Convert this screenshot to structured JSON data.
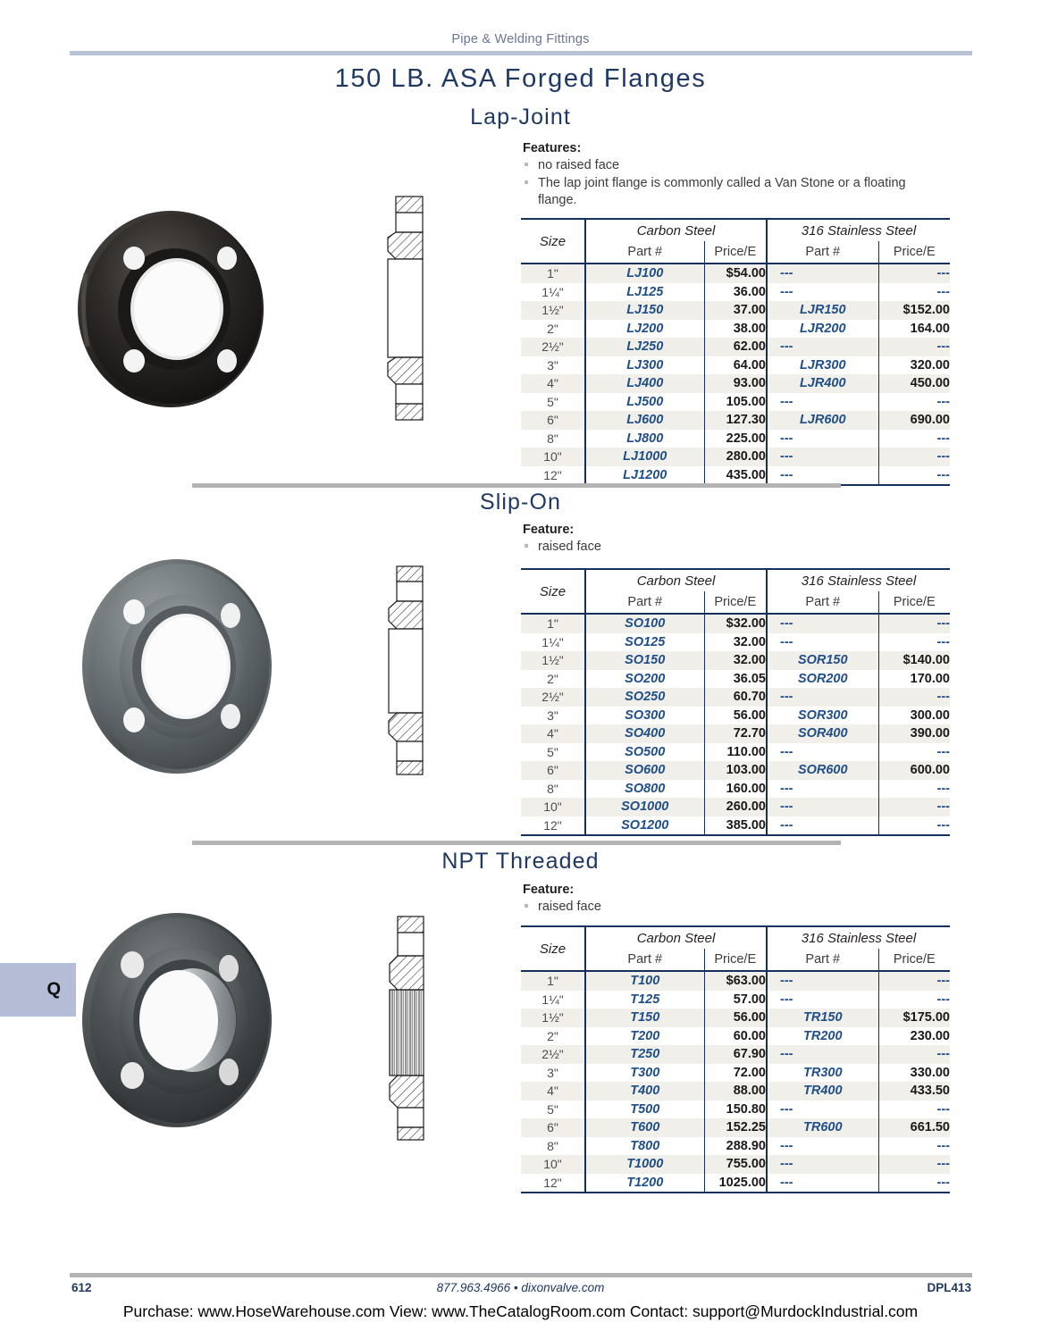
{
  "header": {
    "running_head": "Pipe & Welding Fittings",
    "page_title": "150 LB. ASA Forged Flanges"
  },
  "sections": [
    {
      "heading": "Lap-Joint",
      "features_label": "Features:",
      "features": [
        "no raised face",
        "The lap joint flange is commonly called a Van Stone or a floating flange."
      ],
      "photo_alt": "black-lap-joint-flange-photo",
      "drawing_alt": "lap-joint-flange-cross-section",
      "table": {
        "size_header": "Size",
        "group_headers": [
          "Carbon Steel",
          "316 Stainless Steel"
        ],
        "sub_headers": [
          "Part #",
          "Price/E",
          "Part #",
          "Price/E"
        ],
        "rows": [
          {
            "size": "1\"",
            "cs_part": "LJ100",
            "cs_price": "$54.00",
            "ss_part": "---",
            "ss_price": "---"
          },
          {
            "size": "1¼\"",
            "cs_part": "LJ125",
            "cs_price": "36.00",
            "ss_part": "---",
            "ss_price": "---"
          },
          {
            "size": "1½\"",
            "cs_part": "LJ150",
            "cs_price": "37.00",
            "ss_part": "LJR150",
            "ss_price": "$152.00"
          },
          {
            "size": "2\"",
            "cs_part": "LJ200",
            "cs_price": "38.00",
            "ss_part": "LJR200",
            "ss_price": "164.00"
          },
          {
            "size": "2½\"",
            "cs_part": "LJ250",
            "cs_price": "62.00",
            "ss_part": "---",
            "ss_price": "---"
          },
          {
            "size": "3\"",
            "cs_part": "LJ300",
            "cs_price": "64.00",
            "ss_part": "LJR300",
            "ss_price": "320.00"
          },
          {
            "size": "4\"",
            "cs_part": "LJ400",
            "cs_price": "93.00",
            "ss_part": "LJR400",
            "ss_price": "450.00"
          },
          {
            "size": "5\"",
            "cs_part": "LJ500",
            "cs_price": "105.00",
            "ss_part": "---",
            "ss_price": "---"
          },
          {
            "size": "6\"",
            "cs_part": "LJ600",
            "cs_price": "127.30",
            "ss_part": "LJR600",
            "ss_price": "690.00"
          },
          {
            "size": "8\"",
            "cs_part": "LJ800",
            "cs_price": "225.00",
            "ss_part": "---",
            "ss_price": "---"
          },
          {
            "size": "10\"",
            "cs_part": "LJ1000",
            "cs_price": "280.00",
            "ss_part": "---",
            "ss_price": "---"
          },
          {
            "size": "12\"",
            "cs_part": "LJ1200",
            "cs_price": "435.00",
            "ss_part": "---",
            "ss_price": "---"
          }
        ]
      }
    },
    {
      "heading": "Slip-On",
      "features_label": "Feature:",
      "features": [
        "raised face"
      ],
      "photo_alt": "slip-on-flange-photo",
      "drawing_alt": "slip-on-flange-cross-section",
      "table": {
        "size_header": "Size",
        "group_headers": [
          "Carbon Steel",
          "316 Stainless Steel"
        ],
        "sub_headers": [
          "Part #",
          "Price/E",
          "Part #",
          "Price/E"
        ],
        "rows": [
          {
            "size": "1\"",
            "cs_part": "SO100",
            "cs_price": "$32.00",
            "ss_part": "---",
            "ss_price": "---"
          },
          {
            "size": "1¼\"",
            "cs_part": "SO125",
            "cs_price": "32.00",
            "ss_part": "---",
            "ss_price": "---"
          },
          {
            "size": "1½\"",
            "cs_part": "SO150",
            "cs_price": "32.00",
            "ss_part": "SOR150",
            "ss_price": "$140.00"
          },
          {
            "size": "2\"",
            "cs_part": "SO200",
            "cs_price": "36.05",
            "ss_part": "SOR200",
            "ss_price": "170.00"
          },
          {
            "size": "2½\"",
            "cs_part": "SO250",
            "cs_price": "60.70",
            "ss_part": "---",
            "ss_price": "---"
          },
          {
            "size": "3\"",
            "cs_part": "SO300",
            "cs_price": "56.00",
            "ss_part": "SOR300",
            "ss_price": "300.00"
          },
          {
            "size": "4\"",
            "cs_part": "SO400",
            "cs_price": "72.70",
            "ss_part": "SOR400",
            "ss_price": "390.00"
          },
          {
            "size": "5\"",
            "cs_part": "SO500",
            "cs_price": "110.00",
            "ss_part": "---",
            "ss_price": "---"
          },
          {
            "size": "6\"",
            "cs_part": "SO600",
            "cs_price": "103.00",
            "ss_part": "SOR600",
            "ss_price": "600.00"
          },
          {
            "size": "8\"",
            "cs_part": "SO800",
            "cs_price": "160.00",
            "ss_part": "---",
            "ss_price": "---"
          },
          {
            "size": "10\"",
            "cs_part": "SO1000",
            "cs_price": "260.00",
            "ss_part": "---",
            "ss_price": "---"
          },
          {
            "size": "12\"",
            "cs_part": "SO1200",
            "cs_price": "385.00",
            "ss_part": "---",
            "ss_price": "---"
          }
        ]
      }
    },
    {
      "heading": "NPT Threaded",
      "features_label": "Feature:",
      "features": [
        "raised face"
      ],
      "photo_alt": "npt-threaded-flange-photo",
      "drawing_alt": "npt-threaded-flange-cross-section",
      "table": {
        "size_header": "Size",
        "group_headers": [
          "Carbon Steel",
          "316 Stainless Steel"
        ],
        "sub_headers": [
          "Part #",
          "Price/E",
          "Part #",
          "Price/E"
        ],
        "rows": [
          {
            "size": "1\"",
            "cs_part": "T100",
            "cs_price": "$63.00",
            "ss_part": "---",
            "ss_price": "---"
          },
          {
            "size": "1¼\"",
            "cs_part": "T125",
            "cs_price": "57.00",
            "ss_part": "---",
            "ss_price": "---"
          },
          {
            "size": "1½\"",
            "cs_part": "T150",
            "cs_price": "56.00",
            "ss_part": "TR150",
            "ss_price": "$175.00"
          },
          {
            "size": "2\"",
            "cs_part": "T200",
            "cs_price": "60.00",
            "ss_part": "TR200",
            "ss_price": "230.00"
          },
          {
            "size": "2½\"",
            "cs_part": "T250",
            "cs_price": "67.90",
            "ss_part": "---",
            "ss_price": "---"
          },
          {
            "size": "3\"",
            "cs_part": "T300",
            "cs_price": "72.00",
            "ss_part": "TR300",
            "ss_price": "330.00"
          },
          {
            "size": "4\"",
            "cs_part": "T400",
            "cs_price": "88.00",
            "ss_part": "TR400",
            "ss_price": "433.50"
          },
          {
            "size": "5\"",
            "cs_part": "T500",
            "cs_price": "150.80",
            "ss_part": "---",
            "ss_price": "---"
          },
          {
            "size": "6\"",
            "cs_part": "T600",
            "cs_price": "152.25",
            "ss_part": "TR600",
            "ss_price": "661.50"
          },
          {
            "size": "8\"",
            "cs_part": "T800",
            "cs_price": "288.90",
            "ss_part": "---",
            "ss_price": "---"
          },
          {
            "size": "10\"",
            "cs_part": "T1000",
            "cs_price": "755.00",
            "ss_part": "---",
            "ss_price": "---"
          },
          {
            "size": "12\"",
            "cs_part": "T1200",
            "cs_price": "1025.00",
            "ss_part": "---",
            "ss_price": "---"
          }
        ]
      }
    }
  ],
  "thumb_tab": {
    "letter": "Q"
  },
  "footer": {
    "page_number": "612",
    "contact": "877.963.4966 • dixonvalve.com",
    "doc_code": "DPL413",
    "promo": "Purchase: www.HoseWarehouse.com View: www.TheCatalogRoom.com Contact: support@MurdockIndustrial.com"
  },
  "colors": {
    "title_blue": "#1f3864",
    "part_blue": "#1f4e89",
    "rule_blue": "#b9c2d4",
    "rule_gray": "#b3b3b3",
    "row_alt": "#f1efe9",
    "tab_bg": "#b4bcd6"
  }
}
